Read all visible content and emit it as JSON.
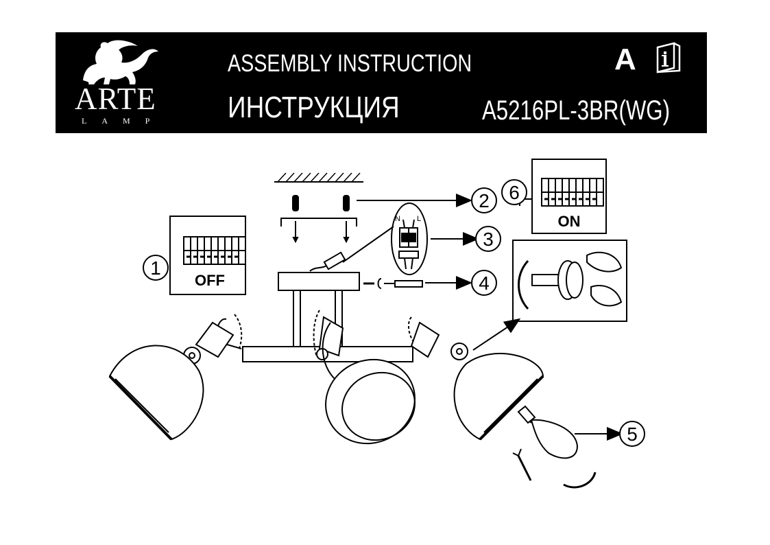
{
  "brand": {
    "name": "ARTE",
    "sub": "LAMP"
  },
  "header": {
    "title_en": "ASSEMBLY INSTRUCTION",
    "title_ru": "ИНСТРУКЦИЯ",
    "model": "A5216PL-3BR(WG)",
    "class_letter": "A"
  },
  "steps": [
    {
      "number": "1",
      "label": "OFF"
    },
    {
      "number": "2"
    },
    {
      "number": "3"
    },
    {
      "number": "4"
    },
    {
      "number": "5"
    },
    {
      "number": "6",
      "label": "ON"
    }
  ],
  "connector_labels": {
    "neutral": "N",
    "live": "L"
  },
  "icons": [
    "lion-griffin-logo",
    "instruction-book-icon",
    "terminal-block-icon",
    "screwdriver-icon",
    "bulb-icon",
    "rotate-arrow-icon"
  ],
  "colors": {
    "header_bg": "#000000",
    "header_text": "#ffffff",
    "line": "#000000"
  }
}
